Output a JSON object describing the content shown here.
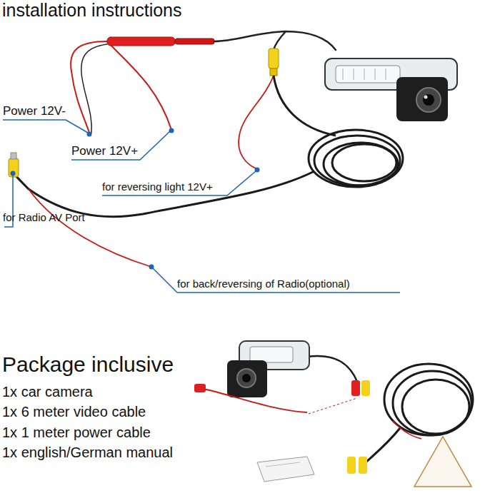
{
  "diagram": {
    "title": "installation instructions",
    "labels": [
      "Power 12V-",
      "Power 12V+",
      "for reversing light 12V+",
      "for Radio AV Port",
      "for back/reversing of Radio(optional)",
      "Package inclusive",
      "1x car camera",
      "1x 6 meter video cable",
      "1x 1 meter power cable",
      "1x english/German manual"
    ]
  }
}
